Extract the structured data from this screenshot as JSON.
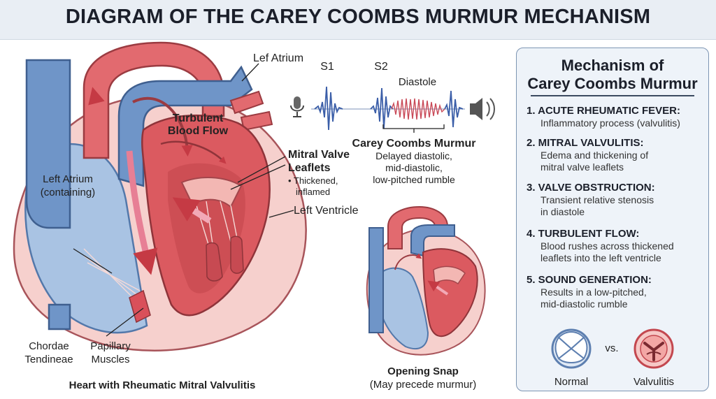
{
  "title": "DIAGRAM OF THE CAREY COOMBS MURMUR MECHANISM",
  "heart_main": {
    "caption": "Heart with Rheumatic Mitral Valvulitis",
    "labels": {
      "left_atrium_top": "Lef Atrium",
      "turbulent_1": "Turbulent",
      "turbulent_2": "Blood Flow",
      "mitral_1": "Mitral Valve",
      "mitral_2": "Leaflets",
      "mitral_note_1": "• Thickened,",
      "mitral_note_2": "inflamed",
      "left_atrium_1": "Left Atrium",
      "left_atrium_2": "(containing)",
      "left_ventricle": "Left Ventricle",
      "chordae_1": "Chordae",
      "chordae_2": "Tendineae",
      "papillary_1": "Papillary",
      "papillary_2": "Muscles"
    }
  },
  "waveform": {
    "s1": "S1",
    "s2": "S2",
    "diastole": "Diastole",
    "murmur_title": "Carey Coombs Murmur",
    "murmur_desc_1": "Delayed diastolic,",
    "murmur_desc_2": "mid-diastolic,",
    "murmur_desc_3": "low-pitched rumble",
    "icons": [
      "stethoscope-microphone-icon",
      "speaker-icon"
    ]
  },
  "small_heart": {
    "caption_1": "Opening Snap",
    "caption_2": "(May precede murmur)"
  },
  "panel": {
    "title_1": "Mechanism of",
    "title_2": "Carey Coombs Murmur",
    "steps": [
      {
        "heading": "1. ACUTE RHEUMATIC FEVER:",
        "lines": [
          "Inflammatory process (valvulitis)"
        ]
      },
      {
        "heading": "2. MITRAL VALVULITIS:",
        "lines": [
          "Edema and thickening of",
          "mitral valve leaflets"
        ]
      },
      {
        "heading": "3. VALVE OBSTRUCTION:",
        "lines": [
          "Transient relative stenosis",
          "in diastole"
        ]
      },
      {
        "heading": "4. TURBULENT FLOW:",
        "lines": [
          "Blood rushes across thickened",
          "leaflets into the left ventricle"
        ]
      },
      {
        "heading": "5. SOUND GENERATION:",
        "lines": [
          "Results in a low-pitched,",
          "mid-diastolic rumble"
        ]
      }
    ],
    "compare": {
      "normal": "Normal",
      "vs": "vs.",
      "valvulitis": "Valvulitis"
    }
  },
  "colors": {
    "blue": "#6f95c8",
    "red": "#d9505a",
    "pink": "#f3c6c4",
    "panel_bg": "#eef3f9"
  }
}
